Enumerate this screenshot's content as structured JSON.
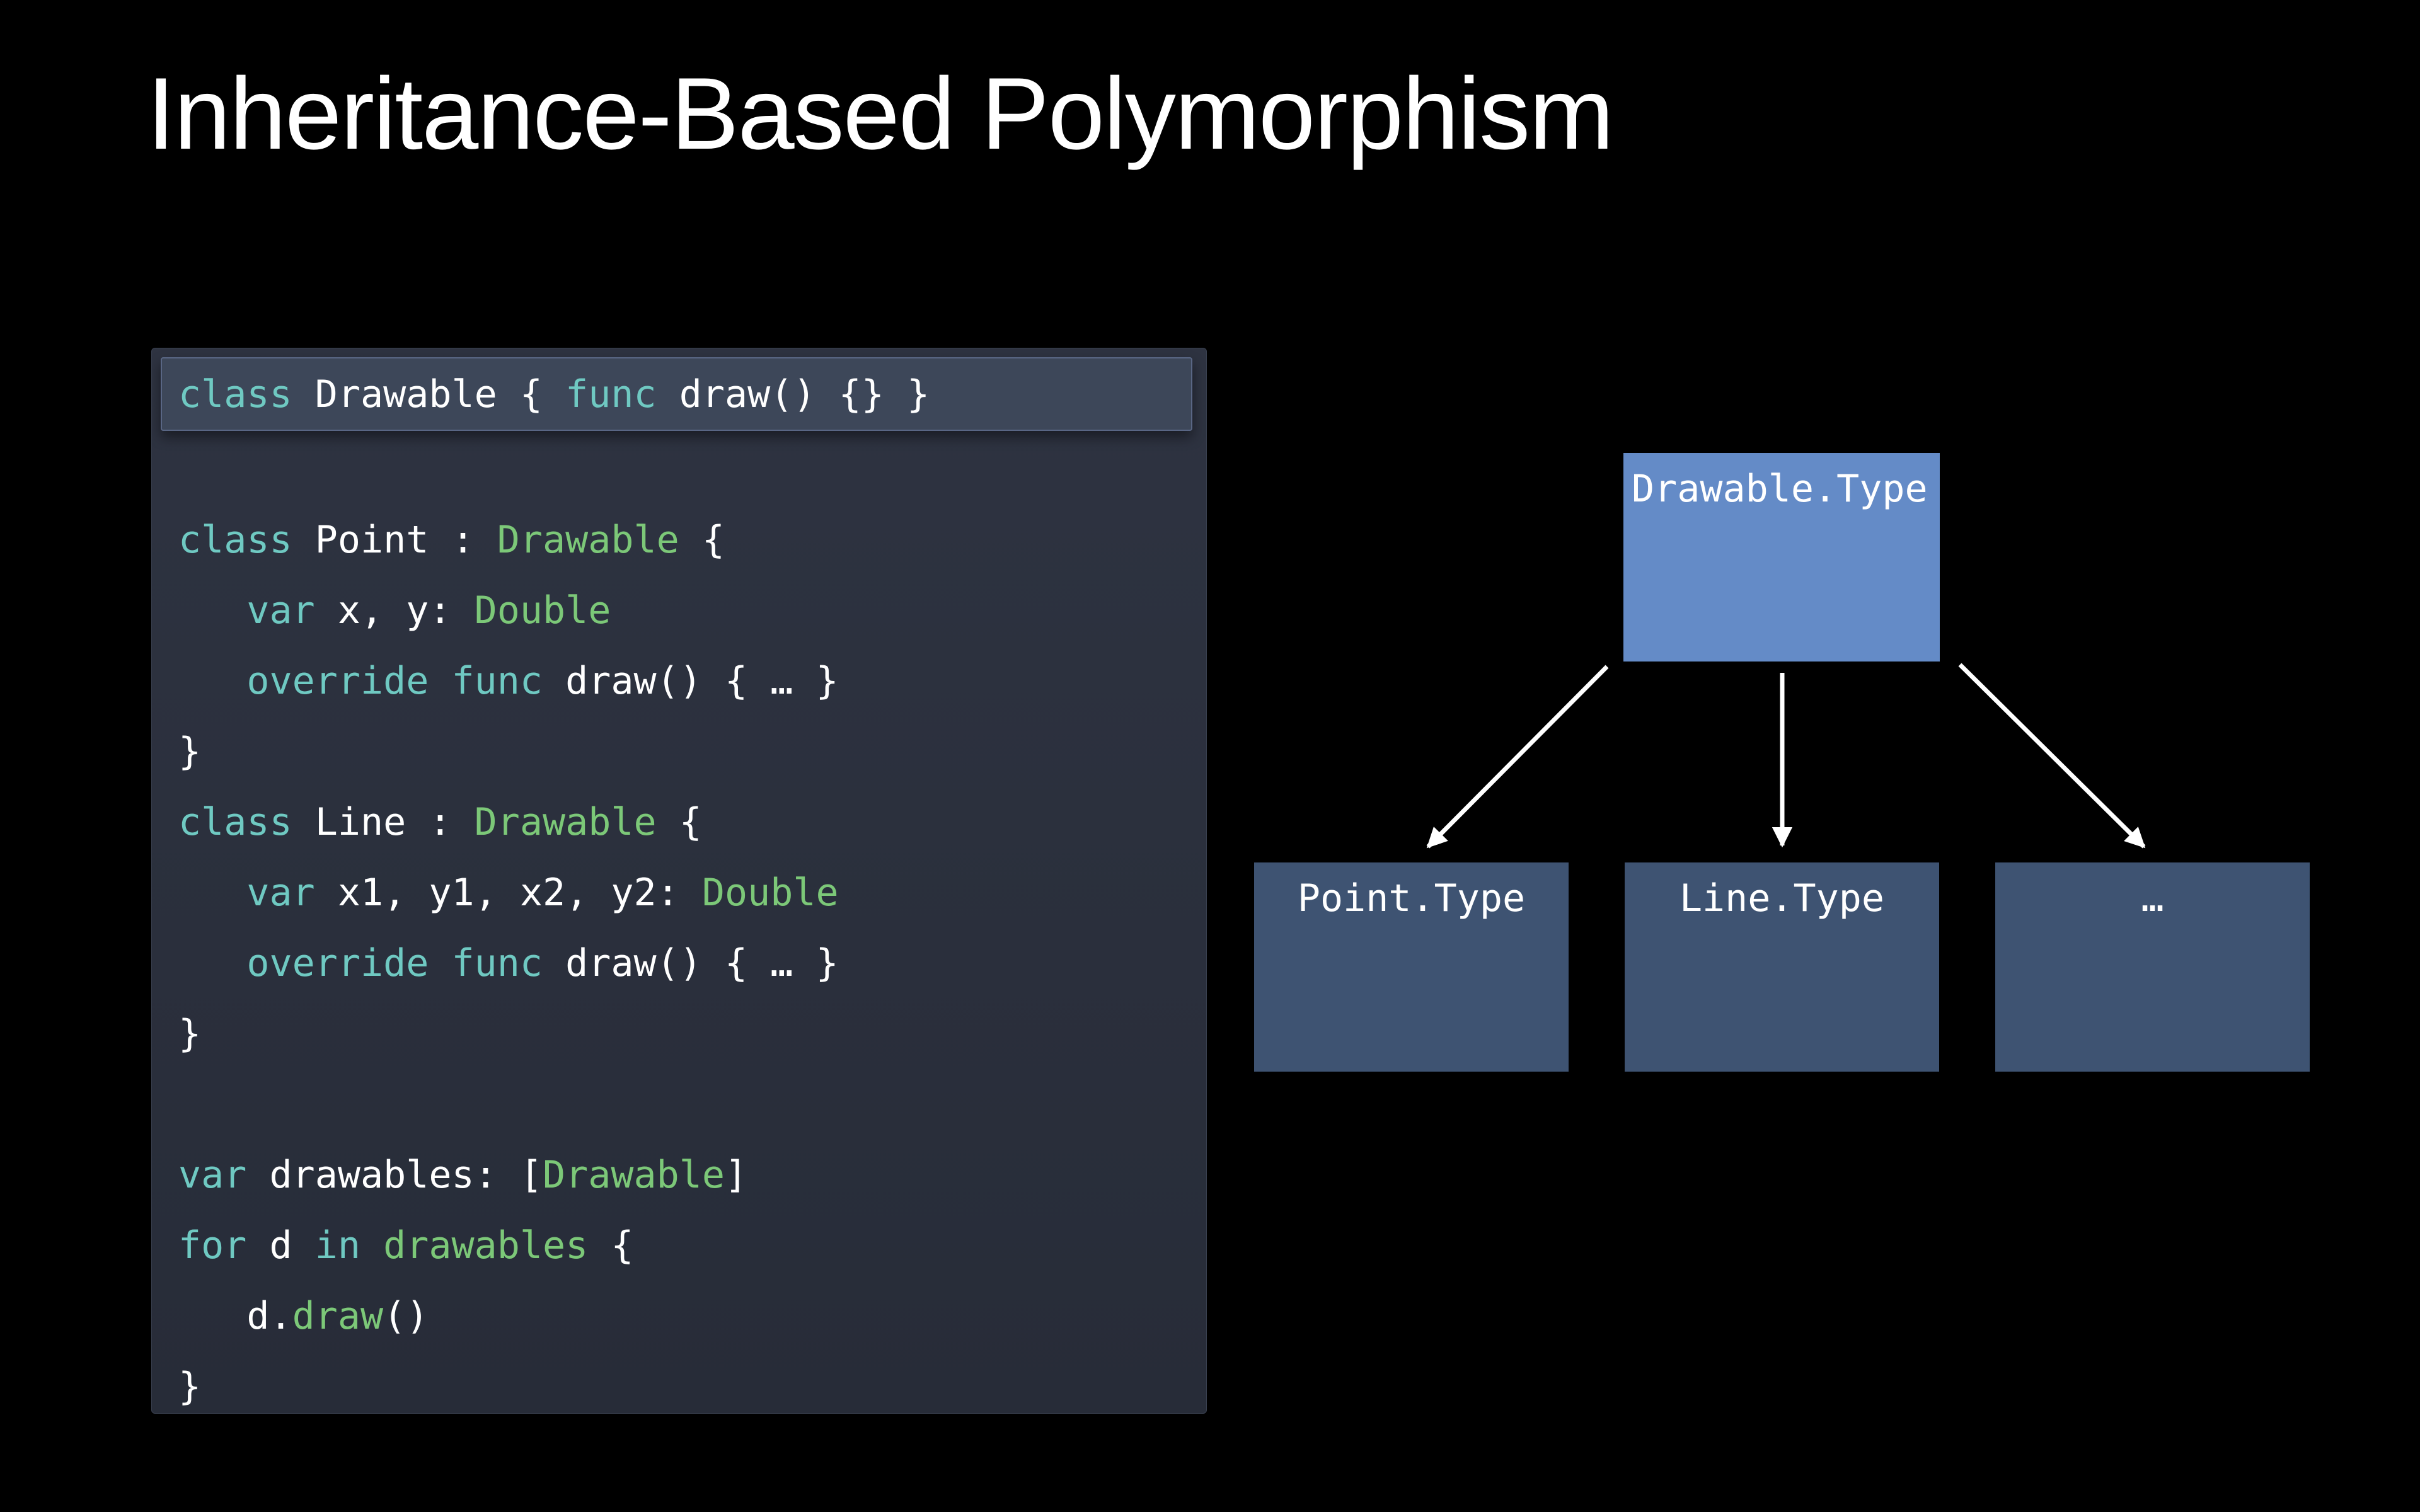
{
  "slide": {
    "title": "Inheritance-Based Polymorphism"
  },
  "colors": {
    "title-color": "#ffffff",
    "panel-top": "#2e3341",
    "panel-bottom": "#272c38",
    "panel-border": "#3a4150",
    "chip-bg": "#3d4759",
    "chip-border": "#596684",
    "code-white": "#ffffff",
    "keyword-teal": "#6fc9c2",
    "type-green": "#7cc878",
    "root-box": "#648bc7",
    "child-box": "#3e5372",
    "box-text": "#ffffff",
    "arrow": "#ffffff"
  },
  "code_panel": {
    "declaration_line": {
      "tokens": [
        [
          "t",
          "class"
        ],
        [
          "w",
          " Drawable { "
        ],
        [
          "t",
          "func"
        ],
        [
          "w",
          " draw() {} }"
        ]
      ]
    },
    "lines": [
      [
        [
          "t",
          "class"
        ],
        [
          "w",
          " Point : "
        ],
        [
          "g",
          "Drawable"
        ],
        [
          "w",
          " {"
        ]
      ],
      [
        [
          "w",
          "   "
        ],
        [
          "t",
          "var"
        ],
        [
          "w",
          " x, y: "
        ],
        [
          "g",
          "Double"
        ]
      ],
      [
        [
          "w",
          "   "
        ],
        [
          "t",
          "override"
        ],
        [
          "w",
          " "
        ],
        [
          "t",
          "func"
        ],
        [
          "w",
          " draw() { … }"
        ]
      ],
      [
        [
          "w",
          "}"
        ]
      ],
      [
        [
          "t",
          "class"
        ],
        [
          "w",
          " Line : "
        ],
        [
          "g",
          "Drawable"
        ],
        [
          "w",
          " {"
        ]
      ],
      [
        [
          "w",
          "   "
        ],
        [
          "t",
          "var"
        ],
        [
          "w",
          " x1, y1, x2, y2: "
        ],
        [
          "g",
          "Double"
        ]
      ],
      [
        [
          "w",
          "   "
        ],
        [
          "t",
          "override"
        ],
        [
          "w",
          " "
        ],
        [
          "t",
          "func"
        ],
        [
          "w",
          " draw() { … }"
        ]
      ],
      [
        [
          "w",
          "}"
        ]
      ],
      [],
      [
        [
          "t",
          "var"
        ],
        [
          "w",
          " drawables: ["
        ],
        [
          "g",
          "Drawable"
        ],
        [
          "w",
          "]"
        ]
      ],
      [
        [
          "t",
          "for"
        ],
        [
          "w",
          " d "
        ],
        [
          "t",
          "in"
        ],
        [
          "w",
          " "
        ],
        [
          "g",
          "drawables"
        ],
        [
          "w",
          " {"
        ]
      ],
      [
        [
          "w",
          "   d."
        ],
        [
          "g",
          "draw"
        ],
        [
          "w",
          "()"
        ]
      ],
      [
        [
          "w",
          "}"
        ]
      ]
    ]
  },
  "diagram": {
    "root": {
      "label": "Drawable.Type"
    },
    "children": [
      {
        "label": "Point.Type"
      },
      {
        "label": "Line.Type"
      },
      {
        "label": "…"
      }
    ]
  }
}
